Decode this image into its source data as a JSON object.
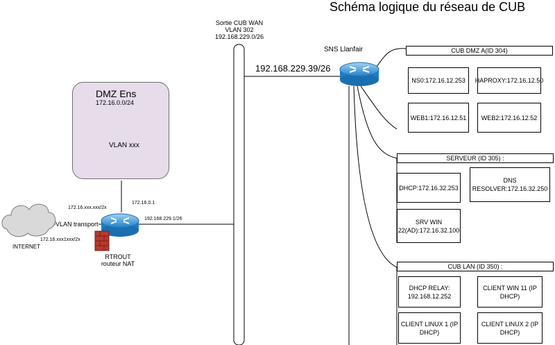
{
  "title": "Schéma logique du réseau de CUB",
  "wan": {
    "line1": "Sortie CUB WAN",
    "line2": "VLAN 302",
    "line3": "192.168.229.0/26"
  },
  "sns": {
    "label": "SNS Llanfair",
    "link_ip": "192.168.229.39/26"
  },
  "dmz_ens": {
    "title": "DMZ Ens",
    "subnet": "172.16.0.0/24",
    "vlan": "VLAN xxx",
    "color": "#e6dcea"
  },
  "rtrout": {
    "name": "RTROUT",
    "role": "routeur NAT",
    "ip_dmz": "172.16.0.1",
    "ip_wan": "192.168.229.1/26",
    "ip_transport_top": "172.16.xxx.xxx/2x",
    "ip_transport_bottom": "172.16.xxx1xxx/2x",
    "vlan_transport": "VLAN transport"
  },
  "internet": {
    "label": "INTERNET"
  },
  "groups": {
    "dmz_a": {
      "header": "CUB DMZ A(ID 304)",
      "hosts": [
        "NS0:172.16.12.253",
        "HAPROXY:172.16.12.50",
        "WEB1:172.16.12.51",
        "WEB2:172.16.12.52"
      ]
    },
    "serveur": {
      "header": "SERVEUR (ID 305) :",
      "hosts": [
        "DHCP:172.16.32.253",
        "DNS RESOLVER:172.16.32.250",
        "SRV WIN 22(AD):172.16.32.100"
      ]
    },
    "lan": {
      "header": "CUB LAN (ID 350) :",
      "hosts": [
        "DHCP RELAY: 192.168.12.252",
        "CLIENT WIN 11 (IP DHCP)",
        "CLIENT LINUX 1 (IP DHCP)",
        "CLIENT LINUX 2 (IP DHCP)"
      ]
    }
  },
  "colors": {
    "router_blue": "#1d84cf",
    "router_light": "#8cc7ee",
    "firewall_red": "#c0392b",
    "cloud": "#d9d9d9"
  },
  "icons": [
    "router-icon",
    "firewall-icon",
    "cloud-icon"
  ]
}
